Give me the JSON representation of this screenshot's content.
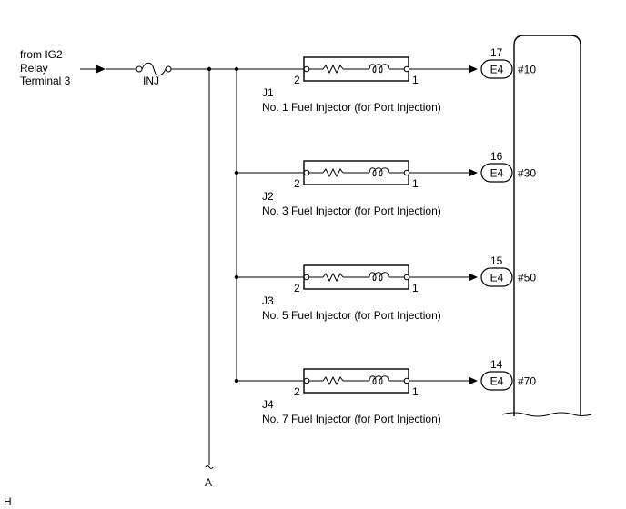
{
  "source": {
    "line1": "from IG2",
    "line2": "Relay",
    "line3": "Terminal 3"
  },
  "fuse": {
    "label": "INJ"
  },
  "ground_ref": {
    "label": "A"
  },
  "corner_mark": "H",
  "injectors": [
    {
      "id": "J1",
      "name": "No. 1 Fuel Injector (for Port Injection)",
      "pin_left": "2",
      "pin_right": "1",
      "connector": "E4",
      "pin": "17",
      "signal": "#10"
    },
    {
      "id": "J2",
      "name": "No. 3 Fuel Injector (for Port Injection)",
      "pin_left": "2",
      "pin_right": "1",
      "connector": "E4",
      "pin": "16",
      "signal": "#30"
    },
    {
      "id": "J3",
      "name": "No. 5 Fuel Injector (for Port Injection)",
      "pin_left": "2",
      "pin_right": "1",
      "connector": "E4",
      "pin": "15",
      "signal": "#50"
    },
    {
      "id": "J4",
      "name": "No. 7 Fuel Injector (for Port Injection)",
      "pin_left": "2",
      "pin_right": "1",
      "connector": "E4",
      "pin": "14",
      "signal": "#70"
    }
  ]
}
